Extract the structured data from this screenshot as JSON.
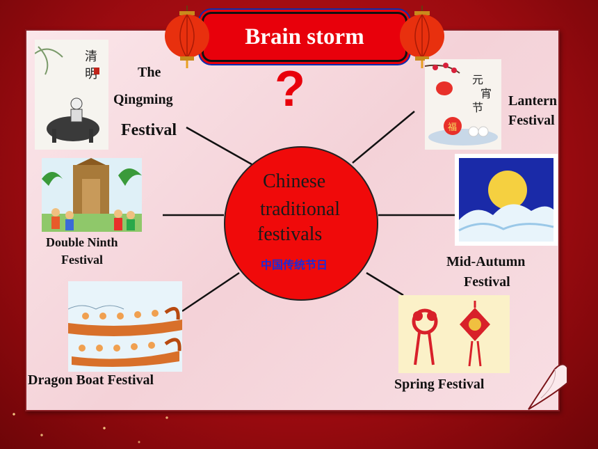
{
  "title": "Brain storm",
  "question_mark": "?",
  "center": {
    "line1": "Chinese",
    "line2": "traditional",
    "line3": "festivals",
    "chinese": "中国传统节日"
  },
  "festivals": {
    "qingming": {
      "line1": "The",
      "line2": "Qingming",
      "line3": "Festival"
    },
    "double_ninth": {
      "line1": "Double Ninth",
      "line2": "Festival"
    },
    "dragon_boat": {
      "label": "Dragon Boat Festival"
    },
    "lantern": {
      "line1": "Lantern",
      "line2": "Festival"
    },
    "mid_autumn": {
      "line1": "Mid-Autumn",
      "line2": "Festival"
    },
    "spring": {
      "label": "Spring Festival"
    }
  },
  "colors": {
    "background": "#a80d12",
    "title_box": "#e8000b",
    "center_circle": "#f00a0a",
    "chinese_text": "#1b2bd8",
    "question_mark": "#e8000b"
  }
}
